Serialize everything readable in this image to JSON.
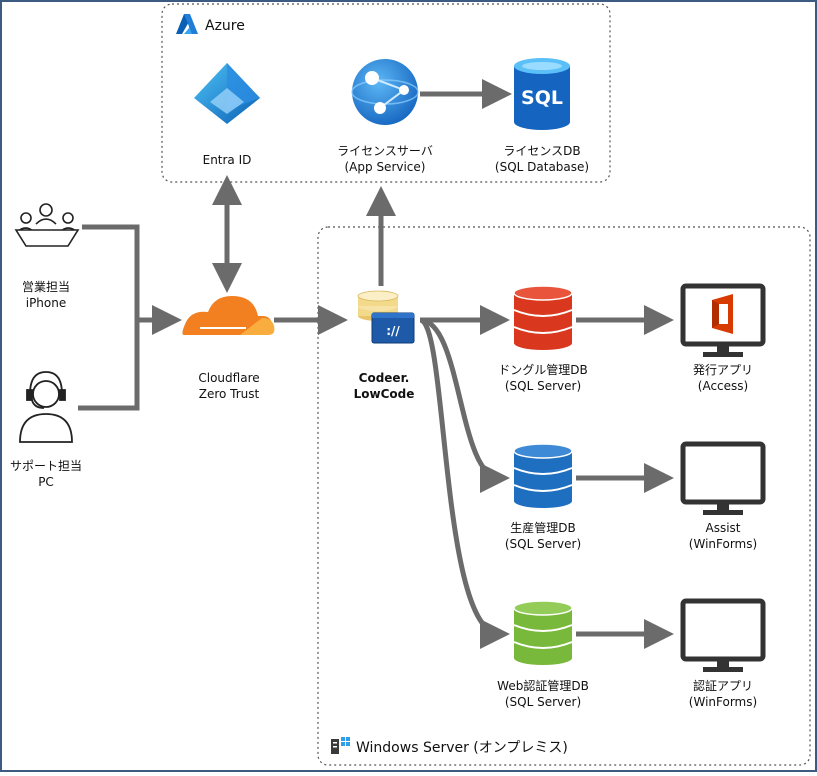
{
  "groups": {
    "azure": "Azure",
    "onprem": "Windows Server (オンプレミス)"
  },
  "clients": {
    "sales": {
      "line1": "営業担当",
      "line2": "iPhone",
      "icon": "meeting-people-icon"
    },
    "support": {
      "line1": "サポート担当",
      "line2": "PC",
      "icon": "headset-operator-icon"
    }
  },
  "nodes": {
    "entra": {
      "line1": "Entra ID"
    },
    "license_server": {
      "line1": "ライセンスサーバ",
      "line2": "(App Service)"
    },
    "license_db": {
      "line1": "ライセンスDB",
      "line2": "(SQL Database)",
      "badge": "SQL"
    },
    "cloudflare": {
      "line1": "Cloudflare",
      "line2": "Zero Trust"
    },
    "codeer": {
      "line1": "Codeer.",
      "line2": "LowCode",
      "badge": "://"
    },
    "dongle_db": {
      "line1": "ドングル管理DB",
      "line2": "(SQL Server)"
    },
    "prod_db": {
      "line1": "生産管理DB",
      "line2": "(SQL Server)"
    },
    "web_db": {
      "line1": "Web認証管理DB",
      "line2": "(SQL Server)"
    },
    "issue_app": {
      "line1": "発行アプリ",
      "line2": "(Access)"
    },
    "assist_app": {
      "line1": "Assist",
      "line2": "(WinForms)"
    },
    "auth_app": {
      "line1": "認証アプリ",
      "line2": "(WinForms)"
    }
  },
  "colors": {
    "arrow": "#6b6b6b",
    "db_red": "#d9381e",
    "db_blue": "#1f6fc1",
    "db_green": "#78b83a",
    "cloudflare": "#f38020",
    "azure": "#0f7bd8",
    "office": "#d83b01"
  }
}
